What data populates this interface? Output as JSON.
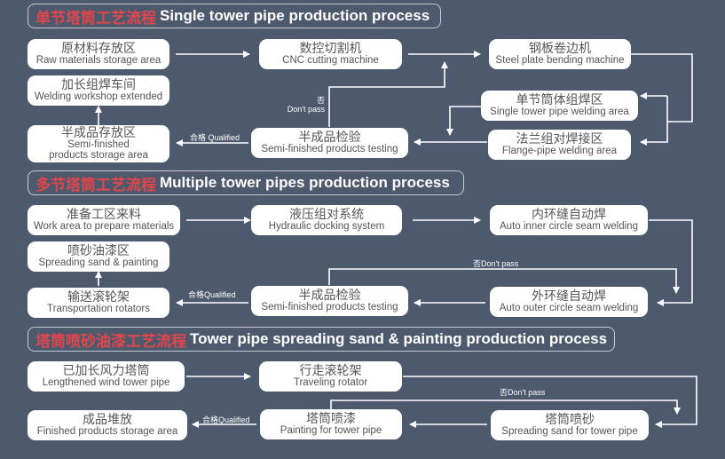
{
  "colors": {
    "background": "#4d596c",
    "accent": "#e0474c",
    "box": "#ffffff",
    "line": "#ffffff"
  },
  "sections": [
    {
      "title_cn": "单节塔筒工艺流程",
      "title_en": "Single tower pipe production process",
      "nodes": {
        "raw": {
          "cn": "原材料存放区",
          "en": "Raw materials storage area"
        },
        "cnc": {
          "cn": "数控切割机",
          "en": "CNC cutting machine"
        },
        "bend": {
          "cn": "钢板卷边机",
          "en": "Steel plate bending machine"
        },
        "weld_ext": {
          "cn": "加长组焊车间",
          "en": "Welding workshop extended"
        },
        "single_weld": {
          "cn": "单节筒体组焊区",
          "en": "Single tower pipe welding area"
        },
        "semi_store": {
          "cn": "半成品存放区",
          "en": "Semi-finished",
          "en2": "products storage area"
        },
        "semi_test": {
          "cn": "半成品检验",
          "en": "Semi-finished products testing"
        },
        "flange": {
          "cn": "法兰组对焊接区",
          "en": "Flange-pipe welding area"
        }
      },
      "labels": {
        "fail_cn": "否",
        "fail_en": "Don't pass",
        "pass": "合格 Qualified"
      }
    },
    {
      "title_cn": "多节塔筒工艺流程",
      "title_en": "Multiple tower pipes production process",
      "nodes": {
        "prep": {
          "cn": "准备工区来料",
          "en": "Work area to prepare materials"
        },
        "hydraulic": {
          "cn": "液压组对系统",
          "en": "Hydraulic docking system"
        },
        "inner": {
          "cn": "内环缝自动焊",
          "en": "Auto inner circle seam welding"
        },
        "spray": {
          "cn": "喷砂油漆区",
          "en": "Spreading sand & painting"
        },
        "rotators": {
          "cn": "输送滚轮架",
          "en": "Transportation rotators"
        },
        "semi_test": {
          "cn": "半成品检验",
          "en": "Semi-finished products testing"
        },
        "outer": {
          "cn": "外环缝自动焊",
          "en": "Auto outer circle seam welding"
        }
      },
      "labels": {
        "fail": "否Don't pass",
        "pass": "合格Qualified"
      }
    },
    {
      "title_cn": "塔筒喷砂油漆工艺流程",
      "title_en": "Tower pipe spreading sand & painting production process",
      "nodes": {
        "lengthened": {
          "cn": "已加长风力塔筒",
          "en": "Lengthened wind tower pipe"
        },
        "traveling": {
          "cn": "行走滚轮架",
          "en": "Traveling rotator"
        },
        "finished": {
          "cn": "成品堆放",
          "en": "Finished products storage area"
        },
        "painting": {
          "cn": "塔筒喷漆",
          "en": "Painting for tower pipe"
        },
        "sanding": {
          "cn": "塔筒喷砂",
          "en": "Spreading sand for tower pipe"
        }
      },
      "labels": {
        "fail": "否Don't pass",
        "pass": "合格Qualified"
      }
    }
  ]
}
